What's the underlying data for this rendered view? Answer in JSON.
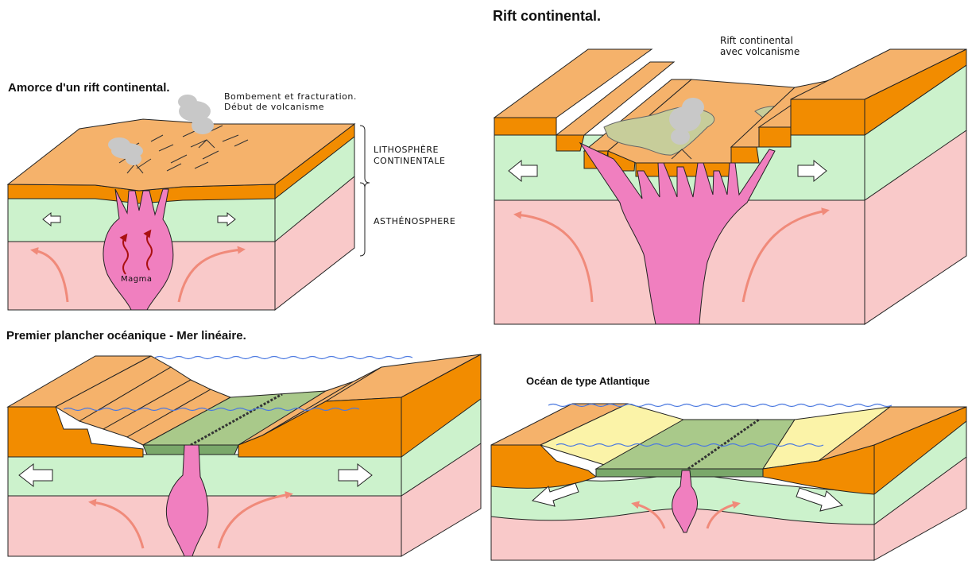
{
  "panels": {
    "p1": {
      "title": "Amorce d'un rift continental.",
      "note_line1": "Bombement et fracturation.",
      "note_line2": "Début de volcanisme",
      "layer_lithosphere_line1": "LITHOSPHÈRE",
      "layer_lithosphere_line2": "CONTINENTALE",
      "layer_asthenosphere": "ASTHÉNOSPHERE",
      "magma": "Magma"
    },
    "p2": {
      "title": "Rift continental.",
      "note_line1": "Rift continental",
      "note_line2": "avec volcanisme"
    },
    "p3": {
      "title": "Premier plancher océanique - Mer linéaire."
    },
    "p4": {
      "title": "Océan de type Atlantique"
    }
  },
  "colors": {
    "crust_top": "#f5b26b",
    "crust_side": "#f28c00",
    "lithosphere_mantle": "#ccf2cc",
    "asthenosphere": "#f9c9c9",
    "magma": "#f07fbf",
    "ocean_floor": "#a9c98a",
    "sediments": "#fbf3a8",
    "water_line": "#4a78e0",
    "convection_arrow": "#f08a7a",
    "magma_arrow": "#aa1111",
    "outline": "#222222"
  },
  "icons": [
    "extension-arrow-icon",
    "convection-arrow-icon",
    "volcano-smoke-icon",
    "water-surface-icon"
  ]
}
